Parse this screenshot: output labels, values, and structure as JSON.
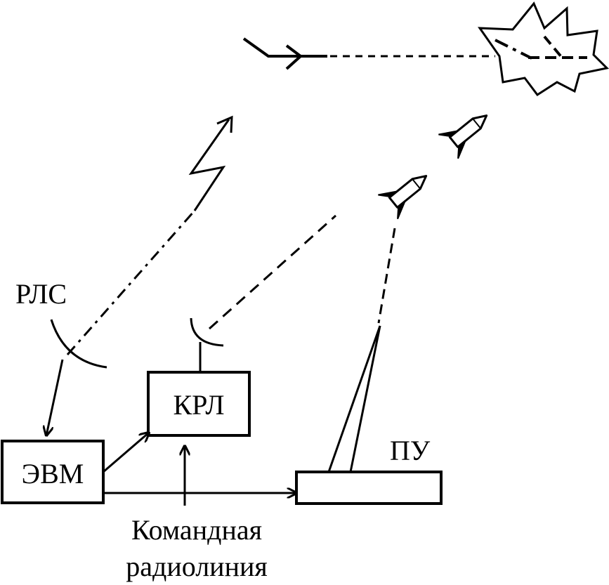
{
  "labels": {
    "radar": "РЛС",
    "computer": "ЭВМ",
    "command_link": "КРЛ",
    "launcher": "ПУ",
    "caption_line1": "Командная",
    "caption_line2": "радиолиния"
  },
  "colors": {
    "stroke": "#000000",
    "background": "#ffffff"
  }
}
